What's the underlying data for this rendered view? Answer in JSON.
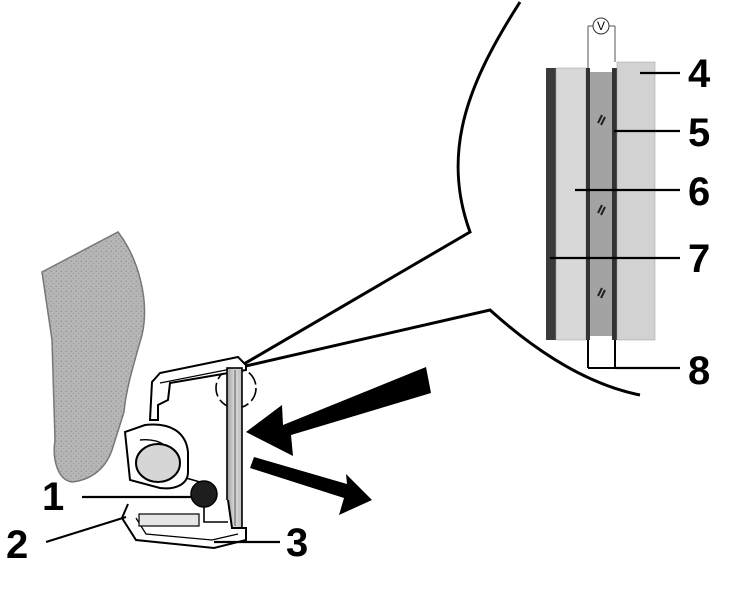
{
  "diagram": {
    "callouts": {
      "c1": "1",
      "c2": "2",
      "c3": "3",
      "c4": "4",
      "c5": "5",
      "c6": "6",
      "c7": "7",
      "c8": "8"
    },
    "voltmeter_symbol": "V"
  },
  "colors": {
    "ink": "#000000",
    "light_gray": "#d4d4d4",
    "mid_gray": "#a8a8a8",
    "dark_gray": "#5a5a5a",
    "paper": "#ffffff"
  }
}
